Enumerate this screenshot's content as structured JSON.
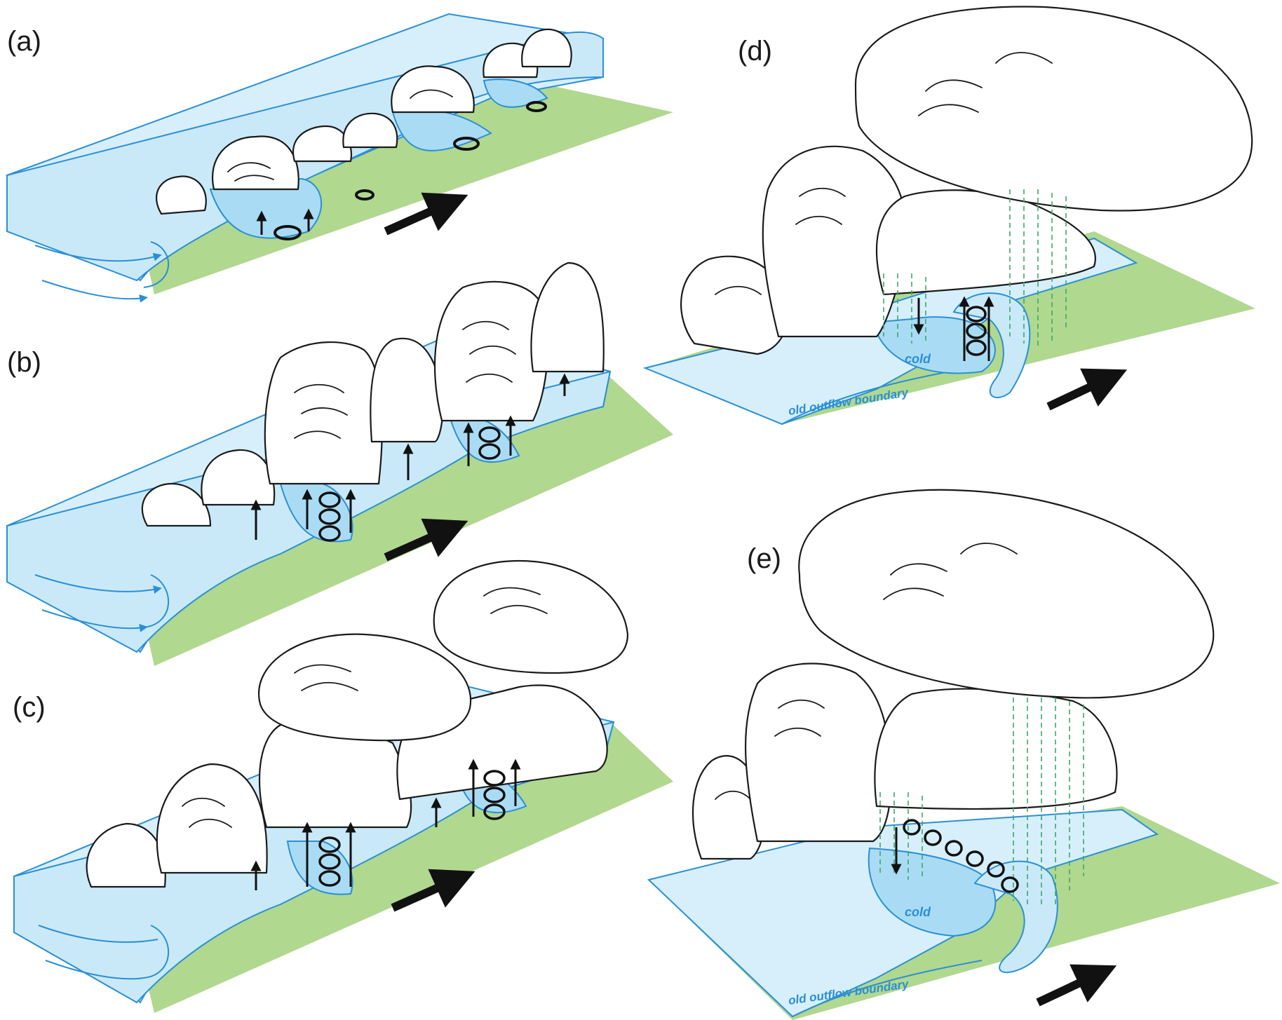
{
  "panels": {
    "a": {
      "label": "(a)"
    },
    "b": {
      "label": "(b)"
    },
    "c": {
      "label": "(c)"
    },
    "d": {
      "label": "(d)",
      "cold_label": "cold",
      "boundary_label": "old outflow boundary"
    },
    "e": {
      "label": "(e)",
      "cold_label": "cold",
      "boundary_label": "old outflow boundary"
    }
  },
  "colors": {
    "ground": "#b0d88f",
    "cold_pool": "#c9e9f8",
    "outline_blue": "#2b8fd6",
    "rain": "#3aa86b"
  }
}
